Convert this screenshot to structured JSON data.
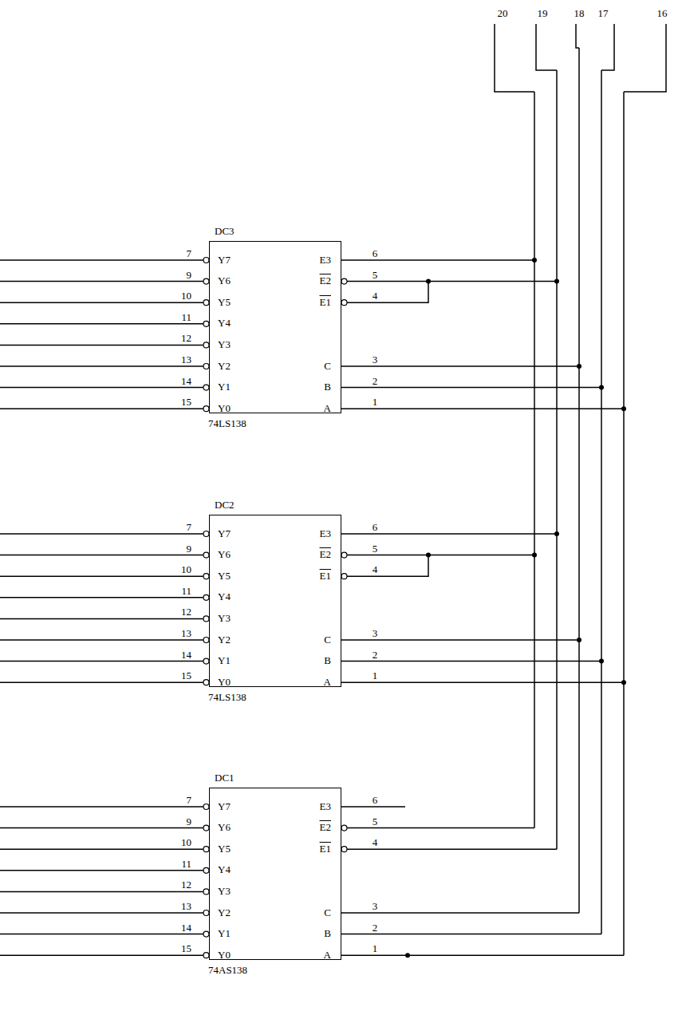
{
  "diagram": {
    "nodes": [
      {
        "text": [
          "DC3",
          "Y7",
          "Y6",
          "Y5",
          "Y4",
          "Y3",
          "Y2",
          "Y1",
          "Y0",
          "E3",
          "E2",
          "E1",
          "C",
          "B",
          "A",
          "74LS138"
        ]
      },
      {
        "text": [
          "DC2",
          "Y7",
          "Y6",
          "Y5",
          "Y4",
          "Y3",
          "Y2",
          "Y1",
          "Y0",
          "E3",
          "E2",
          "E1",
          "C",
          "B",
          "A",
          "74LS138"
        ]
      },
      {
        "text": [
          "DC1",
          "Y7",
          "Y6",
          "Y5",
          "Y4",
          "Y3",
          "Y2",
          "Y1",
          "Y0",
          "E3",
          "E2",
          "E1",
          "C",
          "B",
          "A",
          "74AS138"
        ]
      }
    ],
    "labels": [
      "20",
      "19",
      "18",
      "17",
      "16",
      "7",
      "9",
      "10",
      "11",
      "12",
      "13",
      "14",
      "15",
      "6",
      "5",
      "4",
      "3",
      "2",
      "1",
      "7",
      "9",
      "10",
      "11",
      "12",
      "13",
      "14",
      "15",
      "6",
      "5",
      "4",
      "3",
      "2",
      "1",
      "7",
      "9",
      "10",
      "11",
      "12",
      "13",
      "14",
      "15",
      "6",
      "5",
      "4",
      "3",
      "2",
      "1"
    ]
  }
}
